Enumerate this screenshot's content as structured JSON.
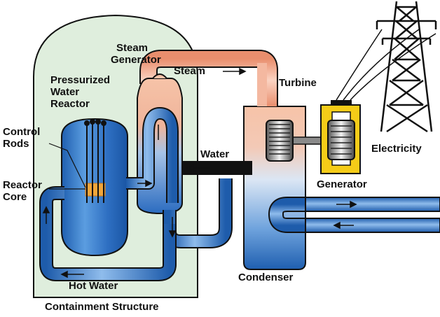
{
  "labels": {
    "steam_generator": [
      "Steam",
      "Generator"
    ],
    "reactor": [
      "Pressurized",
      "Water",
      "Reactor"
    ],
    "control_rods": [
      "Control",
      "Rods"
    ],
    "reactor_core": [
      "Reactor",
      "Core"
    ],
    "steam": "Steam",
    "turbine": "Turbine",
    "water": "Water",
    "electricity": "Electricity",
    "generator": "Generator",
    "condenser": "Condenser",
    "hot_water": "Hot Water",
    "containment": "Containment Structure"
  },
  "colors": {
    "containment_fill": "#dfeedd",
    "outline": "#111111",
    "hot_pipe": "#f3a98c",
    "cool_pipe": "#4f8fd6",
    "cool_pipe_light": "#cfe2f6",
    "generator": "#f5cc18",
    "core": "#f2a63a"
  }
}
